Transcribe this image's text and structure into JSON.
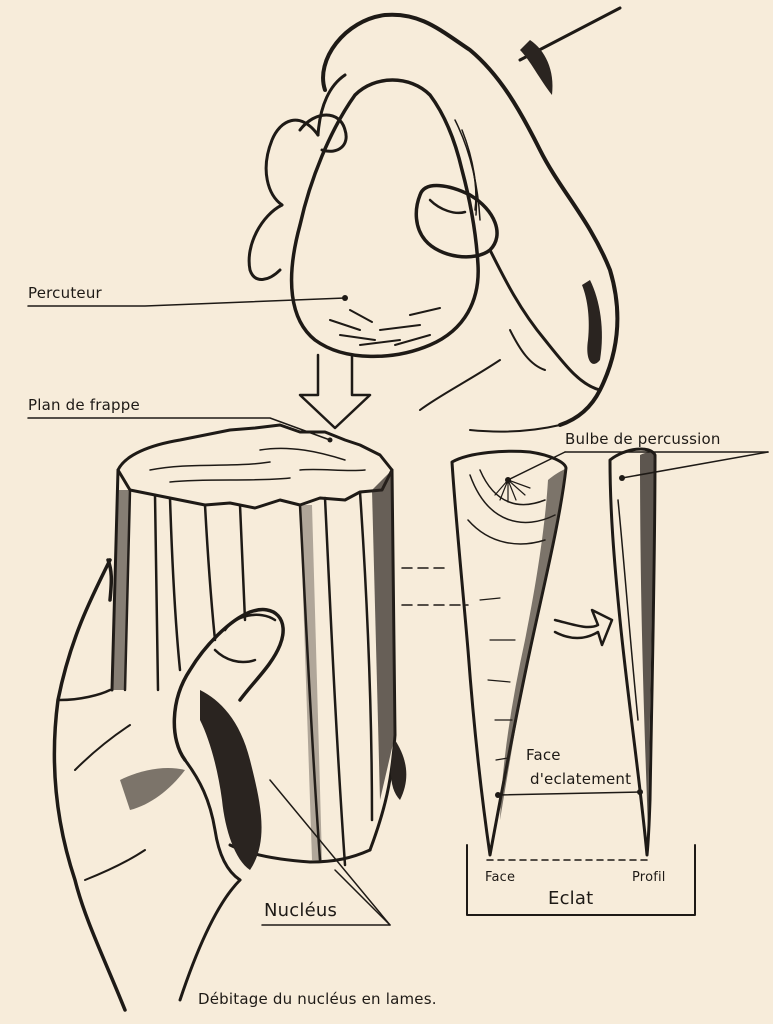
{
  "labels": {
    "percuteur": "Percuteur",
    "plan_de_frappe": "Plan de frappe",
    "bulbe_de_percussion": "Bulbe de percussion",
    "face_eclatement_line1": "Face",
    "face_eclatement_line2": "d'eclatement",
    "nucleus": "Nucléus",
    "face": "Face",
    "profil": "Profil",
    "eclat": "Eclat"
  },
  "caption": "Débitage du nucléus en lames.",
  "colors": {
    "paper": "#f7ecda",
    "ink": "#1e1a16"
  }
}
